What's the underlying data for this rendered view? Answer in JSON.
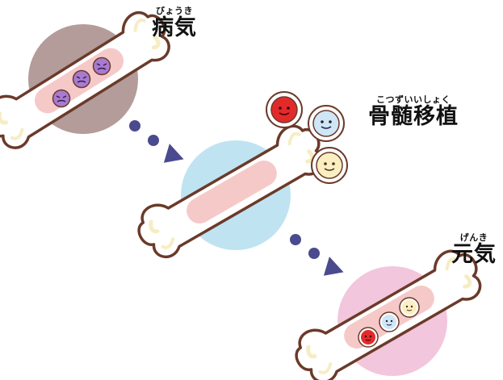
{
  "stages": [
    {
      "ruby": "びょうき",
      "title": "病気"
    },
    {
      "ruby": "こつずいいしょく",
      "title": "骨髄移植"
    },
    {
      "ruby": "げんき",
      "title": "元気"
    }
  ],
  "colors": {
    "bone_fill": "#ffffff",
    "bone_outline": "#6b3a2a",
    "bone_highlight": "#f7edc4",
    "marrow_pink": "#f6c9c9",
    "sick_circle": "#b39c99",
    "transplant_circle": "#bfe3f1",
    "healthy_circle": "#f2c6dc",
    "arrow": "#4a4a8f",
    "red_cell": "#e32a2a",
    "white_cell": "#cfe6f7",
    "platelet_cell": "#fbeec0",
    "sick_cell": "#a77bd0"
  },
  "icons": [
    "bone-icon",
    "sick-cell-icon",
    "red-blood-cell-icon",
    "white-blood-cell-icon",
    "platelet-icon",
    "arrow-head-icon"
  ]
}
